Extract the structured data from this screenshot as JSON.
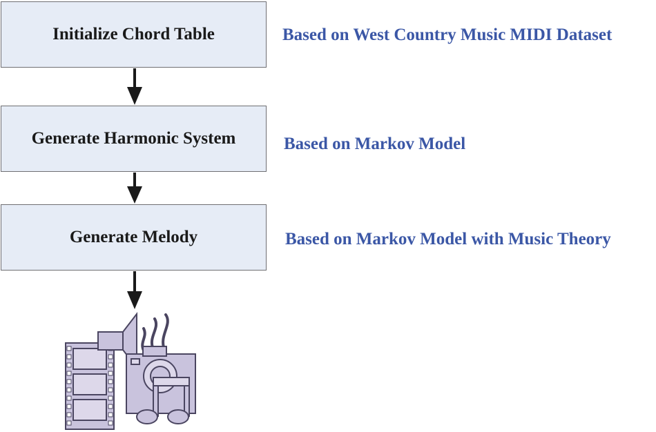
{
  "steps": [
    {
      "label": "Initialize Chord Table"
    },
    {
      "label": "Generate Harmonic System"
    },
    {
      "label": "Generate Melody"
    }
  ],
  "notes": [
    {
      "text": "Based on West Country Music MIDI Dataset"
    },
    {
      "text": "Based on Markov Model"
    },
    {
      "text": "Based on Markov Model with Music Theory"
    }
  ],
  "colors": {
    "box_fill": "#e6ecf6",
    "box_border": "#6e6e72",
    "note_text": "#3b57a6",
    "arrow": "#1a1a1a",
    "icon_fill": "#c9c3dd",
    "icon_stroke": "#4a4560"
  },
  "icons": {
    "output": "multimedia-icon"
  }
}
